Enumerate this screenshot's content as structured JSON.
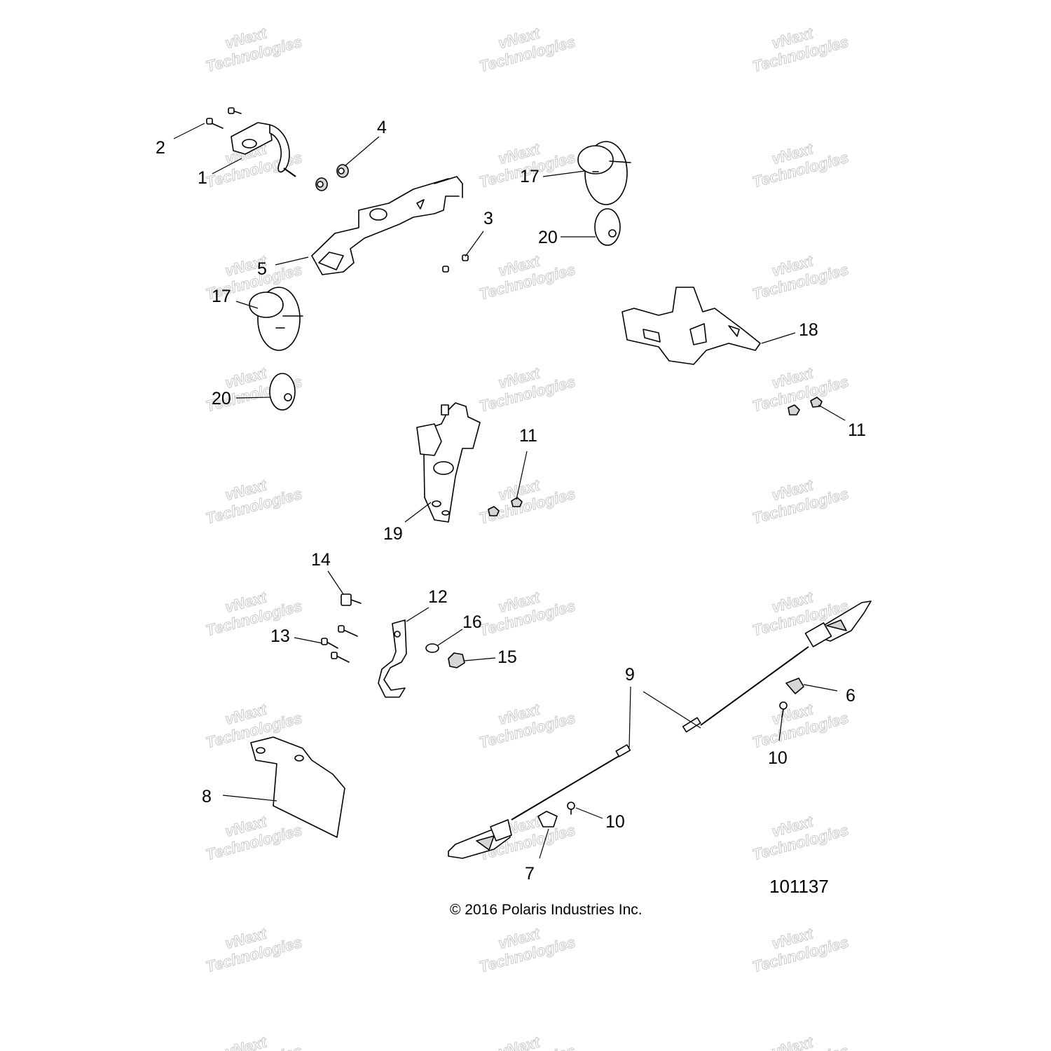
{
  "watermark": {
    "line1": "vNext",
    "line2": "Technologies"
  },
  "callouts": {
    "c1": "1",
    "c2": "2",
    "c3": "3",
    "c4": "4",
    "c5": "5",
    "c6": "6",
    "c7": "7",
    "c8": "8",
    "c9": "9",
    "c10a": "10",
    "c10b": "10",
    "c11a": "11",
    "c11b": "11",
    "c12": "12",
    "c13": "13",
    "c14": "14",
    "c15": "15",
    "c16": "16",
    "c17a": "17",
    "c17b": "17",
    "c18": "18",
    "c19": "19",
    "c20a": "20",
    "c20b": "20"
  },
  "diagram_id": "101137",
  "copyright": "© 2016 Polaris Industries Inc."
}
